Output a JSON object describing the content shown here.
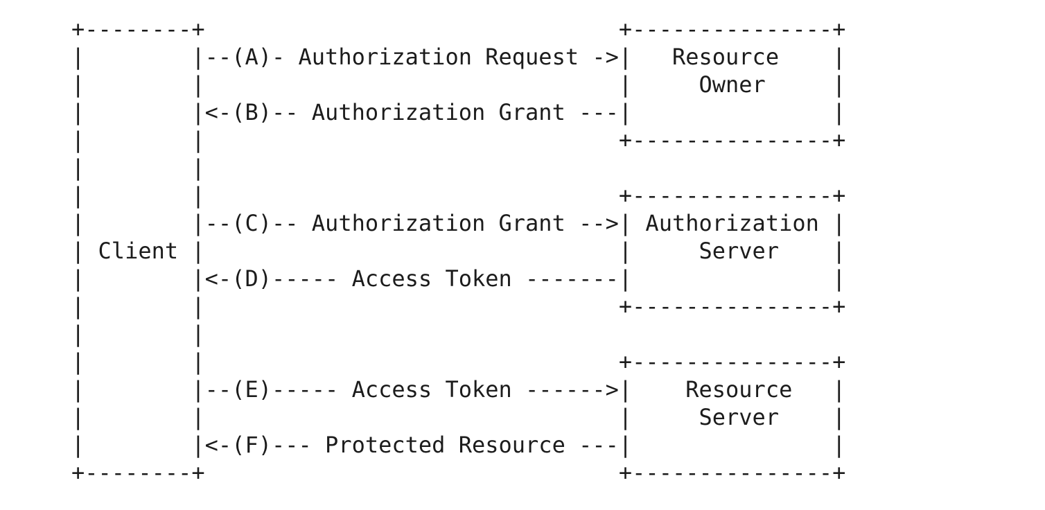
{
  "page": {
    "background": "#ffffff",
    "text_color": "#1c1c1c"
  },
  "diagram": {
    "kind": "ascii-art-flow-diagram",
    "entities": [
      {
        "name": "Client"
      },
      {
        "name": "Resource Owner"
      },
      {
        "name": "Authorization Server"
      },
      {
        "name": "Resource Server"
      }
    ],
    "flows": [
      {
        "step": "A",
        "label": "Authorization Request",
        "from": "Client",
        "to": "Resource Owner",
        "direction": "right"
      },
      {
        "step": "B",
        "label": "Authorization Grant",
        "from": "Resource Owner",
        "to": "Client",
        "direction": "left"
      },
      {
        "step": "C",
        "label": "Authorization Grant",
        "from": "Client",
        "to": "Authorization Server",
        "direction": "right"
      },
      {
        "step": "D",
        "label": "Access Token",
        "from": "Authorization Server",
        "to": "Client",
        "direction": "left"
      },
      {
        "step": "E",
        "label": "Access Token",
        "from": "Client",
        "to": "Resource Server",
        "direction": "right"
      },
      {
        "step": "F",
        "label": "Protected Resource",
        "from": "Resource Server",
        "to": "Client",
        "direction": "left"
      }
    ],
    "ascii_lines": [
      "+--------+                               +---------------+",
      "|        |--(A)- Authorization Request ->|   Resource    |",
      "|        |                               |     Owner     |",
      "|        |<-(B)-- Authorization Grant ---|               |",
      "|        |                               +---------------+",
      "|        |",
      "|        |                               +---------------+",
      "|        |--(C)-- Authorization Grant -->| Authorization |",
      "| Client |                               |     Server    |",
      "|        |<-(D)----- Access Token -------|               |",
      "|        |                               +---------------+",
      "|        |",
      "|        |                               +---------------+",
      "|        |--(E)----- Access Token ------>|    Resource   |",
      "|        |                               |     Server    |",
      "|        |<-(F)--- Protected Resource ---|               |",
      "+--------+                               +---------------+"
    ]
  }
}
